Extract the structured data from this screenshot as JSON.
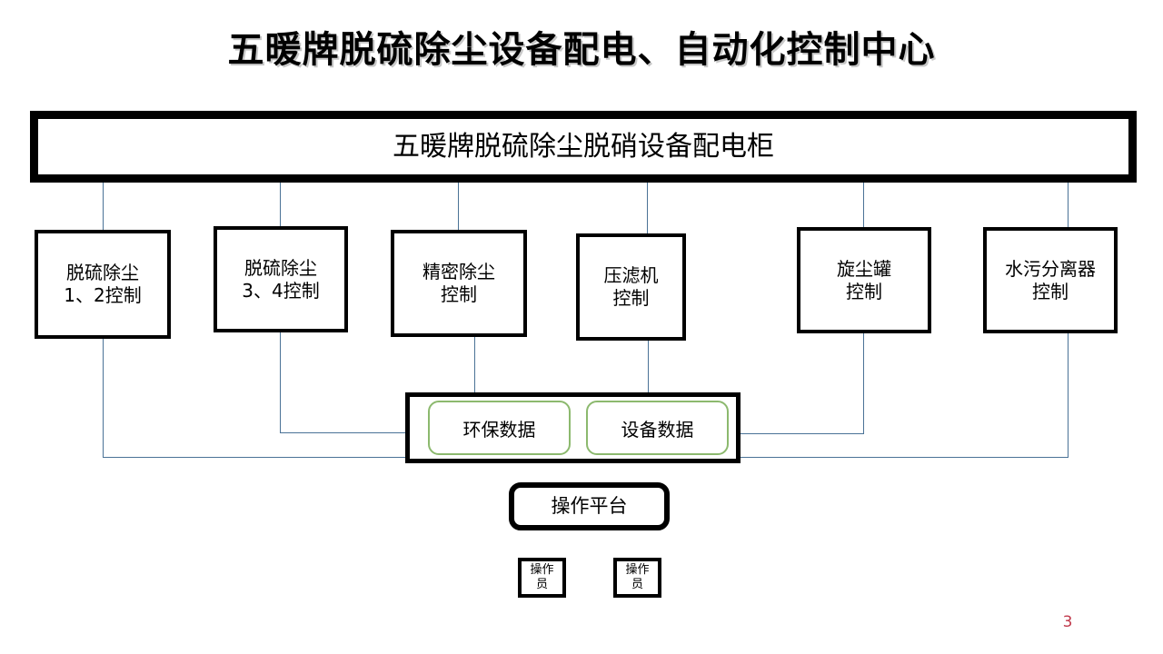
{
  "slide": {
    "title": "五暖牌脱硫除尘设备配电、自动化控制中心",
    "page_number": "3",
    "background_color": "#ffffff",
    "connector_color": "#4a7296",
    "pill_border_color": "#8cb96e",
    "page_number_color": "#c0394b"
  },
  "main_cabinet": {
    "label": "五暖牌脱硫除尘脱硝设备配电柜"
  },
  "control_boxes": [
    {
      "label": "脱硫除尘\n1、2控制"
    },
    {
      "label": "脱硫除尘\n3、4控制"
    },
    {
      "label": "精密除尘\n控制"
    },
    {
      "label": "压滤机\n控制"
    },
    {
      "label": "旋尘罐\n控制"
    },
    {
      "label": "水污分离器\n控制"
    }
  ],
  "data_container": {
    "pills": [
      {
        "label": "环保数据"
      },
      {
        "label": "设备数据"
      }
    ]
  },
  "platform": {
    "label": "操作平台"
  },
  "operators": [
    {
      "label": "操作\n员"
    },
    {
      "label": "操作\n员"
    }
  ]
}
